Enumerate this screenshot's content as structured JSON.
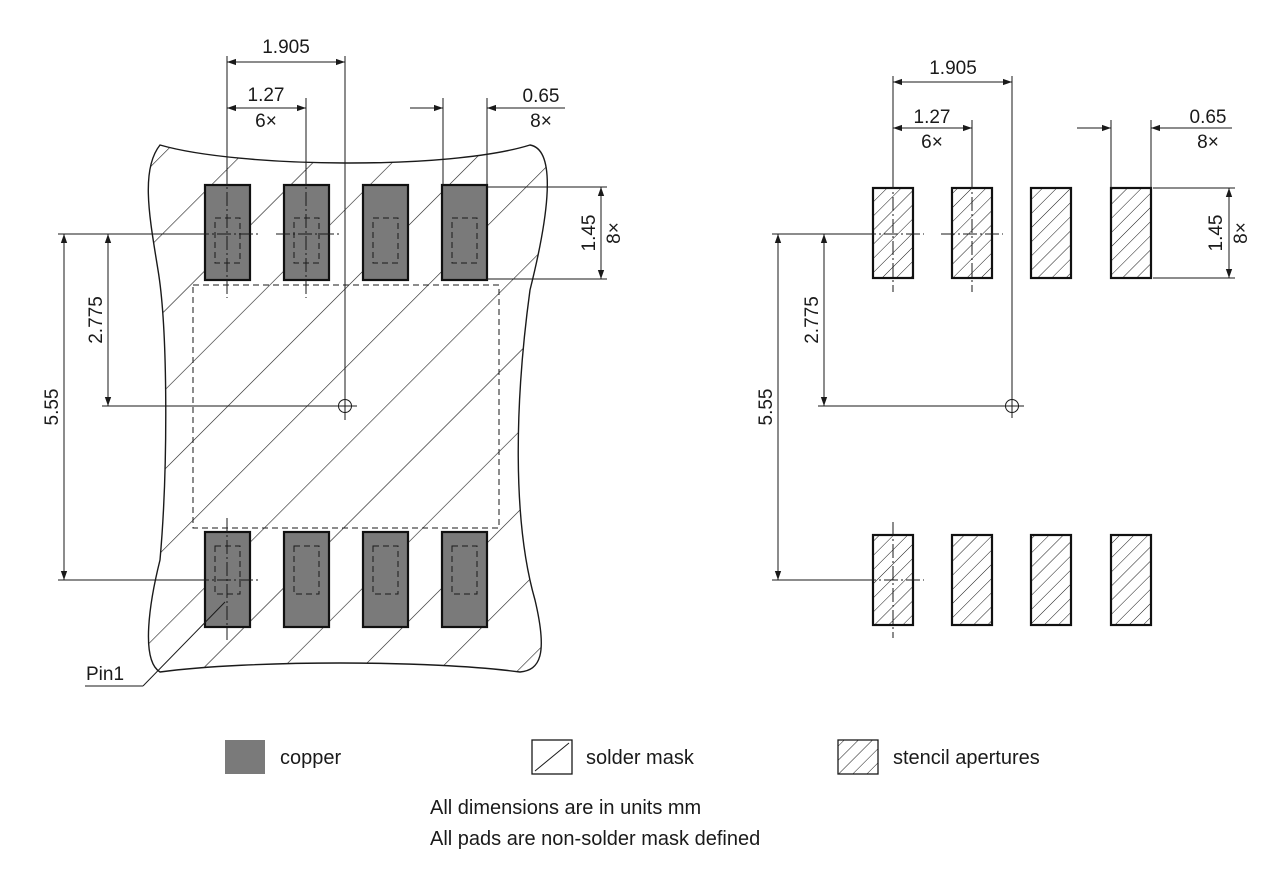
{
  "left_view": {
    "pitch_center_label": "1.905",
    "pitch_label": "1.27",
    "pitch_count": "6×",
    "pad_width_label": "0.65",
    "pad_width_count": "8×",
    "pad_height_label": "1.45",
    "pad_height_count": "8×",
    "half_span_label": "2.775",
    "row_span_label": "5.55",
    "pin1_label": "Pin1"
  },
  "right_view": {
    "pitch_center_label": "1.905",
    "pitch_label": "1.27",
    "pitch_count": "6×",
    "pad_width_label": "0.65",
    "pad_width_count": "8×",
    "pad_height_label": "1.45",
    "pad_height_count": "8×",
    "half_span_label": "2.775",
    "row_span_label": "5.55"
  },
  "legend": {
    "copper": "copper",
    "solder_mask": "solder mask",
    "stencil": "stencil apertures"
  },
  "notes": {
    "units": "All dimensions are in units mm",
    "pads": "All pads are non-solder mask defined"
  },
  "colors": {
    "copper": "#7a7a7a",
    "line": "#1a1a1a"
  }
}
